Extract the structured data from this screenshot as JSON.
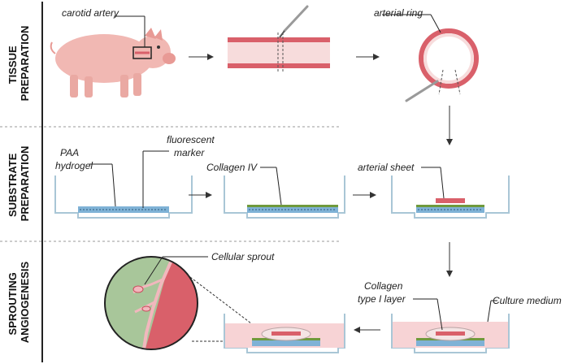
{
  "sections": {
    "tissue": [
      "TISSUE",
      "PREPARATION"
    ],
    "substrate": [
      "SUBSTRATE",
      "PREPARATION"
    ],
    "sprouting": [
      "SPROUTING",
      "ANGIOGENESIS"
    ]
  },
  "labels": {
    "carotid_artery": "carotid artery",
    "arterial_ring": "arterial ring",
    "paa": "PAA",
    "hydrogel": "hydrogel",
    "fluorescent": "fluorescent",
    "marker": "marker",
    "collagen_iv": "Collagen IV",
    "arterial_sheet": "arterial sheet",
    "cellular_sprout": "Cellular sprout",
    "collagen": "Collagen",
    "type_i_layer": "type I layer",
    "culture_medium": "Culture medium"
  },
  "colors": {
    "artery_red": "#d9606a",
    "artery_inner": "#f7dcdc",
    "hydrogel_blue": "#7fb2d6",
    "collagen_green": "#6f9a3c",
    "medium_pink": "#f7d3d5",
    "sprout_green": "#a8c69a",
    "dish_outline": "#a9c6d6",
    "pig_pink": "#f1b8b3"
  }
}
